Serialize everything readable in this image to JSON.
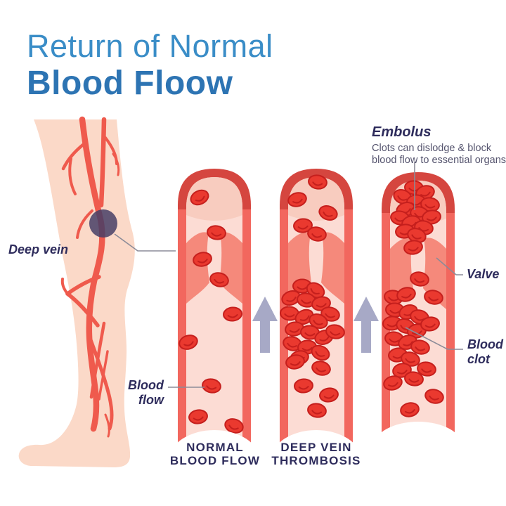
{
  "title": {
    "line1": "Return of Normal",
    "line2": "Blood Floow"
  },
  "leg": {
    "deep_vein_label": "Deep vein",
    "blood_flow_label_line1": "Blood",
    "blood_flow_label_line2": "flow"
  },
  "annotations": {
    "embolus_title": "Embolus",
    "embolus_desc_line1": "Clots can dislodge & block",
    "embolus_desc_line2": "blood flow to essential organs",
    "valve_label": "Valve",
    "blood_clot_line1": "Blood",
    "blood_clot_line2": "clot"
  },
  "captions": {
    "v1l1": "NORMAL",
    "v1l2": "BLOOD FLOW",
    "v2l1": "DEEP VEIN",
    "v2l2": "THROMBOSIS"
  },
  "colors": {
    "title_blue_light": "#3a8dc7",
    "title_blue_dark": "#2d74b3",
    "label_navy": "#2e2c5c",
    "description_gray": "#55546e",
    "skin": "#fbd9c8",
    "vein_red": "#ef5a4d",
    "vessel_wall": "#f2675e",
    "vessel_cap": "#d5463f",
    "vessel_lumen": "#fcdcd4",
    "vessel_lumen_top": "#f8ccbf",
    "valve_pink": "#f5897b",
    "cell_red": "#ea392f",
    "cell_outline": "#c51f1d",
    "arrow_gray": "#a7a9c6",
    "connector_gray": "#8b8b98",
    "marker_purple": "#473e66",
    "background": "#ffffff"
  }
}
